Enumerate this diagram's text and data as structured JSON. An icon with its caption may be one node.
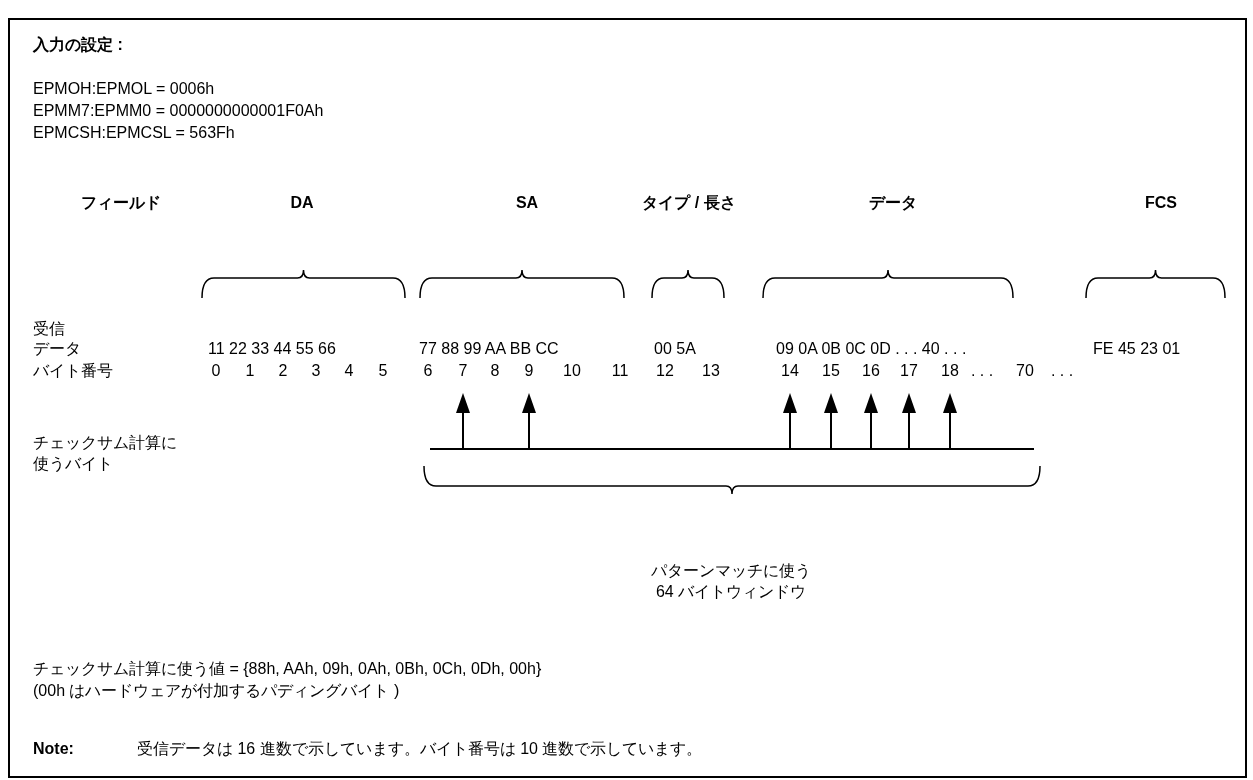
{
  "diagram": {
    "labels": [
      "入力の設定 :",
      "EPMOH:EPMOL = 0006h",
      "EPMM7:EPMM0 = 0000000000001F0Ah",
      "EPMCSH:EPMCSL = 563Fh",
      "フィールド",
      "DA",
      "SA",
      "タイプ / 長さ",
      "データ",
      "FCS",
      "受信",
      "データ",
      "11 22 33 44 55 66",
      "77 88 99 AA BB CC",
      "00 5A",
      "09 0A 0B 0C 0D . . . 40 . . .",
      "FE 45 23 01",
      "バイト番号",
      "0",
      "1",
      "2",
      "3",
      "4",
      "5",
      "6",
      "7",
      "8",
      "9",
      "10",
      "11",
      "12",
      "13",
      "14",
      "15",
      "16",
      "17",
      "18",
      ". . .",
      "70",
      ". . .",
      "チェックサム計算に使うバイト",
      "パターンマッチに使う64 バイトウィンドウ",
      "チェックサム計算に使う値 = {88h, AAh, 09h, 0Ah, 0Bh, 0Ch, 0Dh, 00h}",
      "(00h はハードウェアが付加するパディングバイト )",
      "Note:",
      "受信データは 16 進数で示しています。バイト番号は 10 進数で示しています。"
    ]
  }
}
